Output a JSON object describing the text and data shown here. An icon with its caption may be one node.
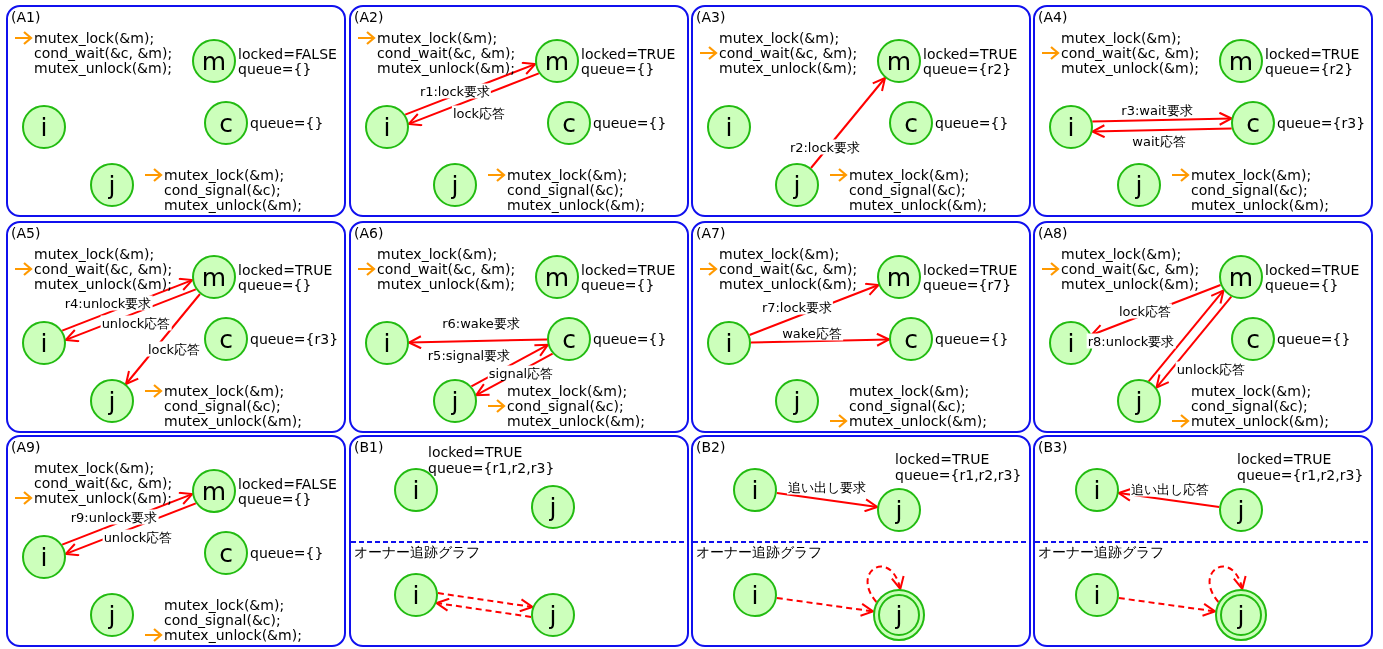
{
  "diagram": {
    "nodes": [
      {
        "text": [
          "(A1)"
        ]
      },
      {
        "text": [
          "m"
        ],
        "in": 0,
        "beside": [
          "locked=FALSE",
          "queue={}"
        ]
      },
      {
        "text": [
          "i"
        ],
        "in": 0
      },
      {
        "text": [
          "c"
        ],
        "in": 0,
        "beside": [
          "queue={}"
        ]
      },
      {
        "text": [
          "j"
        ],
        "in": 0
      },
      {
        "text": [
          "(A2)"
        ]
      },
      {
        "text": [
          "m"
        ],
        "in": 5,
        "beside": [
          "locked=TRUE",
          "queue={}"
        ]
      },
      {
        "text": [
          "i"
        ],
        "in": 5
      },
      {
        "text": [
          "c"
        ],
        "in": 5,
        "beside": [
          "queue={}"
        ]
      },
      {
        "text": [
          "j"
        ],
        "in": 5
      },
      {
        "text": [
          "(A3)"
        ]
      },
      {
        "text": [
          "m"
        ],
        "in": 10,
        "beside": [
          "locked=TRUE",
          "queue={r2}"
        ]
      },
      {
        "text": [
          "i"
        ],
        "in": 10
      },
      {
        "text": [
          "c"
        ],
        "in": 10,
        "beside": [
          "queue={}"
        ]
      },
      {
        "text": [
          "j"
        ],
        "in": 10
      },
      {
        "text": [
          "(A4)"
        ]
      },
      {
        "text": [
          "m"
        ],
        "in": 15,
        "beside": [
          "locked=TRUE",
          "queue={r2}"
        ]
      },
      {
        "text": [
          "i"
        ],
        "in": 15
      },
      {
        "text": [
          "c"
        ],
        "in": 15,
        "beside": [
          "queue={r3}"
        ]
      },
      {
        "text": [
          "j"
        ],
        "in": 15
      },
      {
        "text": [
          "(A5)"
        ]
      },
      {
        "text": [
          "m"
        ],
        "in": 20,
        "beside": [
          "locked=TRUE",
          "queue={}"
        ]
      },
      {
        "text": [
          "i"
        ],
        "in": 20
      },
      {
        "text": [
          "c"
        ],
        "in": 20,
        "beside": [
          "queue={r3}"
        ]
      },
      {
        "text": [
          "j"
        ],
        "in": 20
      },
      {
        "text": [
          "(A6)"
        ]
      },
      {
        "text": [
          "m"
        ],
        "in": 25,
        "beside": [
          "locked=TRUE",
          "queue={}"
        ]
      },
      {
        "text": [
          "i"
        ],
        "in": 25
      },
      {
        "text": [
          "c"
        ],
        "in": 25,
        "beside": [
          "queue={}"
        ]
      },
      {
        "text": [
          "j"
        ],
        "in": 25
      },
      {
        "text": [
          "(A7)"
        ]
      },
      {
        "text": [
          "m"
        ],
        "in": 30,
        "beside": [
          "locked=TRUE",
          "queue={r7}"
        ]
      },
      {
        "text": [
          "i"
        ],
        "in": 30
      },
      {
        "text": [
          "c"
        ],
        "in": 30,
        "beside": [
          "queue={}"
        ]
      },
      {
        "text": [
          "j"
        ],
        "in": 30
      },
      {
        "text": [
          "(A8)"
        ]
      },
      {
        "text": [
          "m"
        ],
        "in": 35,
        "beside": [
          "locked=TRUE",
          "queue={}"
        ]
      },
      {
        "text": [
          "i"
        ],
        "in": 35
      },
      {
        "text": [
          "c"
        ],
        "in": 35,
        "beside": [
          "queue={}"
        ]
      },
      {
        "text": [
          "j"
        ],
        "in": 35
      },
      {
        "text": [
          "(A9)"
        ]
      },
      {
        "text": [
          "m"
        ],
        "in": 40,
        "beside": [
          "locked=FALSE",
          "queue={}"
        ]
      },
      {
        "text": [
          "i"
        ],
        "in": 40
      },
      {
        "text": [
          "c"
        ],
        "in": 40,
        "beside": [
          "queue={}"
        ]
      },
      {
        "text": [
          "j"
        ],
        "in": 40
      },
      {
        "text": [
          "(B1)"
        ]
      },
      {
        "text": [
          "i"
        ],
        "in": 45
      },
      {
        "text": [
          "j"
        ],
        "in": 45
      },
      {
        "text": [
          "i"
        ],
        "in": 45
      },
      {
        "text": [
          "j"
        ],
        "in": 45
      },
      {
        "text": [
          "(B2)"
        ]
      },
      {
        "text": [
          "i"
        ],
        "in": 50
      },
      {
        "text": [
          "j"
        ],
        "in": 50
      },
      {
        "text": [
          "i"
        ],
        "in": 50
      },
      {
        "text": [
          "j"
        ],
        "in": 50
      },
      {
        "text": [
          "(B3)"
        ]
      },
      {
        "text": [
          "i"
        ],
        "in": 55
      },
      {
        "text": [
          "j"
        ],
        "in": 55
      },
      {
        "text": [
          "i"
        ],
        "in": 55
      },
      {
        "text": [
          "j"
        ],
        "in": 55
      }
    ],
    "edges": [
      {
        "from": 7,
        "to": 6,
        "arrow": "to",
        "label": "r1:lock要求"
      },
      {
        "from": 6,
        "to": 7,
        "arrow": "to",
        "label": "lock応答"
      },
      {
        "from": 14,
        "to": 11,
        "arrow": "to",
        "label": "r2:lock要求"
      },
      {
        "from": 17,
        "to": 18,
        "arrow": "to",
        "label": "r3:wait要求"
      },
      {
        "from": 18,
        "to": 17,
        "arrow": "to",
        "label": "wait応答"
      },
      {
        "from": 22,
        "to": 21,
        "arrow": "to",
        "label": "r4:unlock要求"
      },
      {
        "from": 21,
        "to": 22,
        "arrow": "to",
        "label": "unlock応答"
      },
      {
        "from": 21,
        "to": 24,
        "arrow": "to",
        "label": "lock応答"
      },
      {
        "from": 28,
        "to": 27,
        "arrow": "to",
        "label": "r6:wake要求"
      },
      {
        "from": 29,
        "to": 28,
        "arrow": "to",
        "label": "r5:signal要求"
      },
      {
        "from": 28,
        "to": 29,
        "arrow": "to",
        "label": "signal応答"
      },
      {
        "from": 32,
        "to": 31,
        "arrow": "to",
        "label": "r7:lock要求"
      },
      {
        "from": 32,
        "to": 33,
        "arrow": "to",
        "label": "wake応答"
      },
      {
        "from": 36,
        "to": 37,
        "arrow": "to",
        "label": "lock応答"
      },
      {
        "from": 39,
        "to": 36,
        "arrow": "to",
        "label": "r8:unlock要求"
      },
      {
        "from": 36,
        "to": 39,
        "arrow": "to",
        "label": "unlock応答"
      },
      {
        "from": 42,
        "to": 41,
        "arrow": "to",
        "label": "r9:unlock要求"
      },
      {
        "from": 41,
        "to": 42,
        "arrow": "to",
        "label": "unlock応答"
      },
      {
        "from": 48,
        "to": 49,
        "arrow": "to",
        "style": "dashed"
      },
      {
        "from": 49,
        "to": 48,
        "arrow": "to",
        "style": "dashed"
      },
      {
        "from": 51,
        "to": 52,
        "arrow": "to",
        "label": "追い出し要求"
      },
      {
        "from": 53,
        "to": 54,
        "arrow": "to",
        "style": "dashed"
      },
      {
        "from": 54,
        "to": 54,
        "arrow": "to",
        "style": "dashed"
      },
      {
        "from": 57,
        "to": 56,
        "arrow": "to",
        "label": "追い出し応答"
      },
      {
        "from": 58,
        "to": 59,
        "arrow": "to",
        "style": "dashed"
      },
      {
        "from": 59,
        "to": 59,
        "arrow": "to",
        "style": "dashed"
      }
    ],
    "labels": [
      "mutex_lock(&m);",
      "cond_wait(&c, &m);",
      "mutex_unlock(&m);",
      "mutex_lock(&m);",
      "cond_signal(&c);",
      "mutex_unlock(&m);",
      "mutex_lock(&m);",
      "cond_wait(&c, &m);",
      "mutex_unlock(&m);",
      "mutex_lock(&m);",
      "cond_signal(&c);",
      "mutex_unlock(&m);",
      "mutex_lock(&m);",
      "cond_wait(&c, &m);",
      "mutex_unlock(&m);",
      "mutex_lock(&m);",
      "cond_signal(&c);",
      "mutex_unlock(&m);",
      "mutex_lock(&m);",
      "cond_wait(&c, &m);",
      "mutex_unlock(&m);",
      "mutex_lock(&m);",
      "cond_signal(&c);",
      "mutex_unlock(&m);",
      "mutex_lock(&m);",
      "cond_wait(&c, &m);",
      "mutex_unlock(&m);",
      "mutex_lock(&m);",
      "cond_signal(&c);",
      "mutex_unlock(&m);",
      "mutex_lock(&m);",
      "cond_wait(&c, &m);",
      "mutex_unlock(&m);",
      "mutex_lock(&m);",
      "cond_signal(&c);",
      "mutex_unlock(&m);",
      "mutex_lock(&m);",
      "cond_wait(&c, &m);",
      "mutex_unlock(&m);",
      "mutex_lock(&m);",
      "cond_signal(&c);",
      "mutex_unlock(&m);",
      "mutex_lock(&m);",
      "cond_wait(&c, &m);",
      "mutex_unlock(&m);",
      "mutex_lock(&m);",
      "cond_signal(&c);",
      "mutex_unlock(&m);",
      "mutex_lock(&m);",
      "cond_wait(&c, &m);",
      "mutex_unlock(&m);",
      "mutex_lock(&m);",
      "cond_signal(&c);",
      "mutex_unlock(&m);",
      "locked=TRUE",
      "queue={r1,r2,r3}",
      "オーナー追跡グラフ",
      "locked=TRUE",
      "queue={r1,r2,r3}",
      "オーナー追跡グラフ",
      "locked=TRUE",
      "queue={r1,r2,r3}",
      "オーナー追跡グラフ"
    ]
  }
}
